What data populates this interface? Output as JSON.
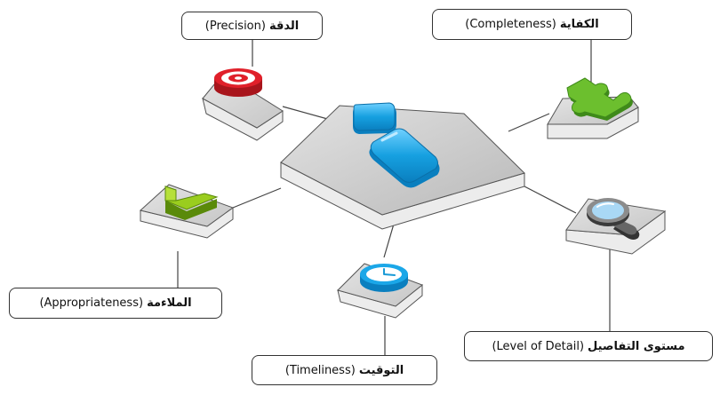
{
  "labels": {
    "precision": {
      "arabic": "الدقة",
      "english": "(Precision)"
    },
    "completeness": {
      "arabic": "الكفاية",
      "english": "(Completeness)"
    },
    "appropriateness": {
      "arabic": "الملاءمة",
      "english": "(Appropriateness)"
    },
    "timeliness": {
      "arabic": "التوقيت",
      "english": "(Timeliness)"
    },
    "level_of_detail": {
      "arabic": "مستوى التفاصيل",
      "english": "(Level of Detail)"
    }
  },
  "icons": {
    "precision": "target-icon",
    "completeness": "puzzle-piece-icon",
    "appropriateness": "checkmark-icon",
    "timeliness": "clock-icon",
    "level_of_detail": "magnifier-icon",
    "center": "information-i-icon"
  },
  "colors": {
    "platform_top": "#cfcfcf",
    "platform_side": "#ececec",
    "target_red": "#e0202a",
    "puzzle_green": "#6cbf2e",
    "check_green": "#9acd1e",
    "info_blue": "#1a9ad6",
    "lens_blue": "#a9d8f5"
  }
}
